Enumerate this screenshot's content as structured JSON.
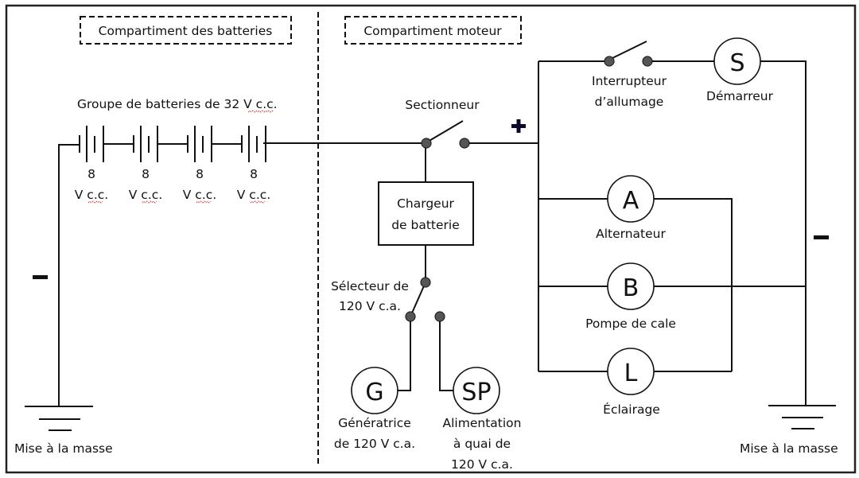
{
  "compartments": {
    "batteries": "Compartiment des batteries",
    "engine": "Compartiment moteur"
  },
  "battery_bank": {
    "title": "Groupe de batteries de 32 V c.c.",
    "cells": [
      {
        "value": "8",
        "unit": "V c.c."
      },
      {
        "value": "8",
        "unit": "V c.c."
      },
      {
        "value": "8",
        "unit": "V c.c."
      },
      {
        "value": "8",
        "unit": "V c.c."
      }
    ]
  },
  "ground_left": "Mise à la masse",
  "ground_right": "Mise à la masse",
  "polarity": {
    "plus": "+",
    "minus_left": "−",
    "minus_right": "−"
  },
  "disconnect_switch": "Sectionneur",
  "charger": {
    "line1": "Chargeur",
    "line2": "de batterie"
  },
  "selector": {
    "line1": "Sélecteur de",
    "line2": "120 V c.a."
  },
  "generator": {
    "symbol": "G",
    "line1": "Génératrice",
    "line2": "de 120 V c.a."
  },
  "shore_power": {
    "symbol": "SP",
    "line1": "Alimentation",
    "line2": "à quai de",
    "line3": "120 V c.a."
  },
  "ignition_switch": {
    "line1": "Interrupteur",
    "line2": "d’allumage"
  },
  "starter": {
    "symbol": "S",
    "label": "Démarreur"
  },
  "alternator": {
    "symbol": "A",
    "label": "Alternateur"
  },
  "bilge_pump": {
    "symbol": "B",
    "label": "Pompe de cale"
  },
  "lighting": {
    "symbol": "L",
    "label": "Éclairage"
  }
}
